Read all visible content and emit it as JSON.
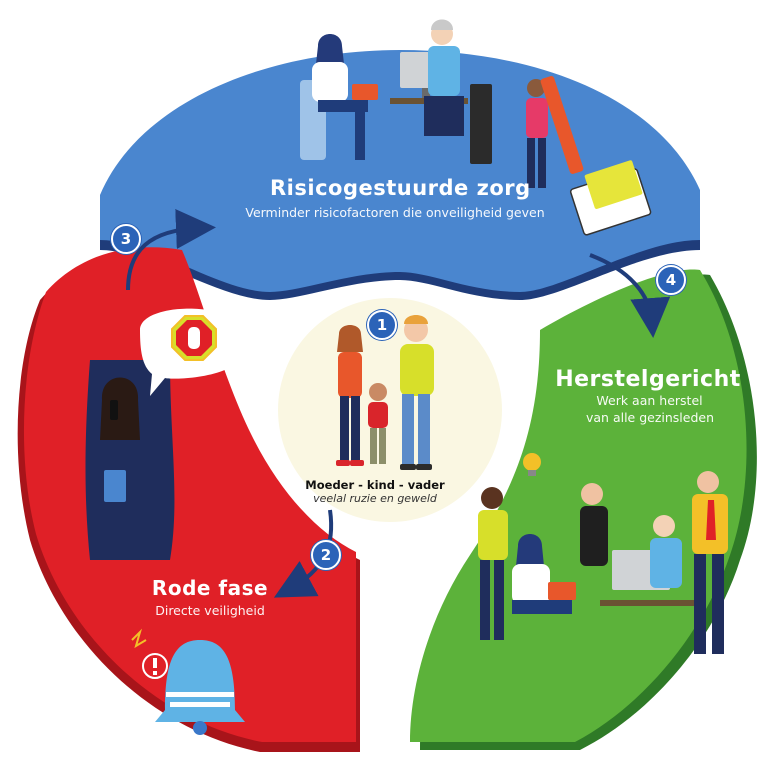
{
  "colors": {
    "blue": "#4a86cf",
    "blue_dark": "#1f3c7a",
    "green": "#5cb23a",
    "green_dark": "#2f7a27",
    "red": "#e02027",
    "red_dark": "#a8141a",
    "center": "#faf7e2",
    "step_badge": "#2b63b8",
    "arrow": "#1f3c7a"
  },
  "segments": {
    "risk": {
      "title": "Risicogestuurde zorg",
      "subtitle": "Verminder risicofactoren die onveiligheid geven"
    },
    "recovery": {
      "title": "Herstelgericht",
      "subtitle_line1": "Werk aan herstel",
      "subtitle_line2": "van alle gezinsleden"
    },
    "red": {
      "title": "Rode fase",
      "subtitle": "Directe veiligheid"
    }
  },
  "center": {
    "caption": "Moeder - kind - vader",
    "subcaption": "veelal ruzie en geweld"
  },
  "steps": [
    "1",
    "2",
    "3",
    "4"
  ],
  "icons": [
    "stop-hand-icon",
    "alarm-bell-icon",
    "lightbulb-icon",
    "phone-icon"
  ]
}
